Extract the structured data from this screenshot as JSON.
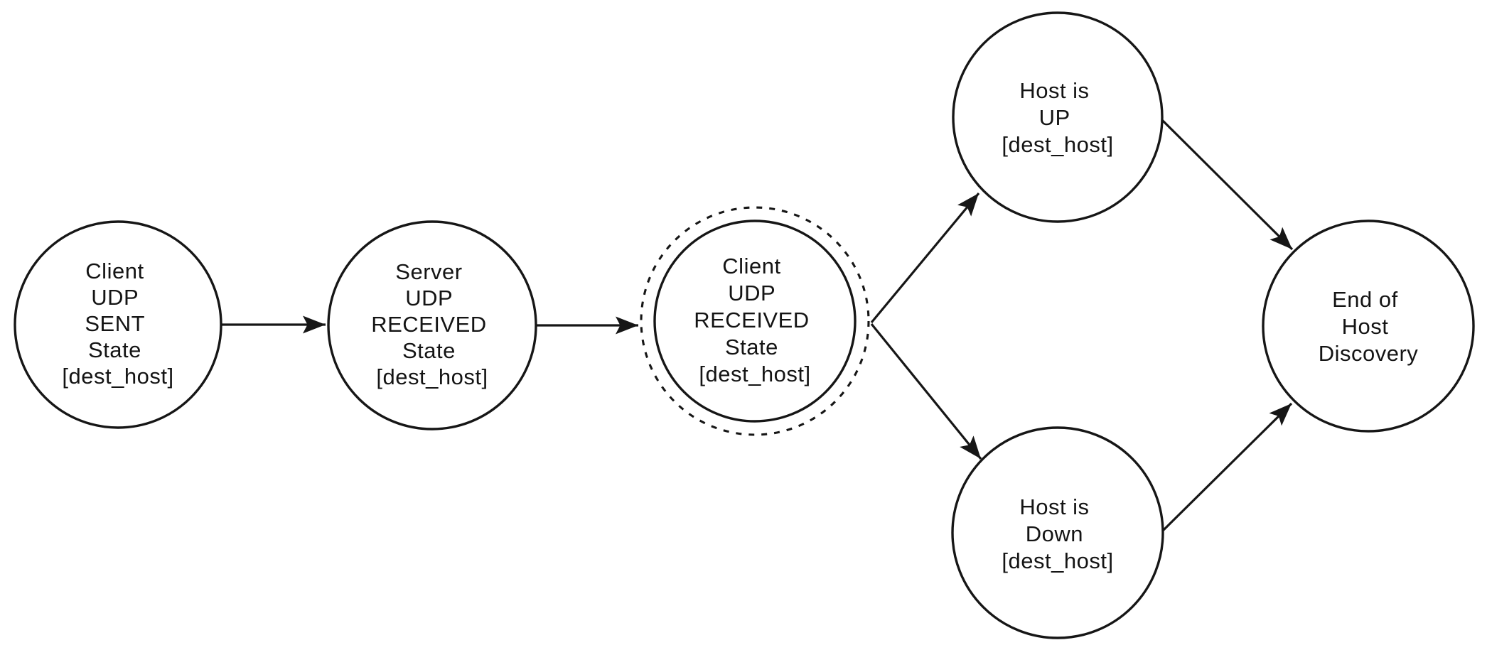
{
  "figure": {
    "kind": "state-transition-diagram",
    "topic": "UDP host discovery states",
    "background_color": "#ffffff",
    "line_color": "#161616",
    "text_color": "#141414"
  },
  "diagram": {
    "nodes": [
      {
        "id": "client-udp-sent",
        "shape": "circle",
        "outline": "solid",
        "lines": [
          "Client",
          "UDP",
          "SENT",
          "State",
          "[dest_host]"
        ]
      },
      {
        "id": "server-udp-received",
        "shape": "circle",
        "outline": "solid",
        "lines": [
          "Server",
          "UDP",
          "RECEIVED",
          "State",
          "[dest_host]"
        ]
      },
      {
        "id": "client-udp-received",
        "shape": "circle",
        "outline": "solid-with-dashed-ring",
        "lines": [
          "Client",
          "UDP",
          "RECEIVED",
          "State",
          "[dest_host]"
        ]
      },
      {
        "id": "host-is-up",
        "shape": "circle",
        "outline": "solid",
        "lines": [
          "Host is",
          "UP",
          "[dest_host]"
        ]
      },
      {
        "id": "host-is-down",
        "shape": "circle",
        "outline": "solid",
        "lines": [
          "Host is",
          "Down",
          "[dest_host]"
        ]
      },
      {
        "id": "end-of-host-discovery",
        "shape": "circle",
        "outline": "solid",
        "lines": [
          "End of",
          "Host",
          "Discovery"
        ]
      }
    ],
    "edges": [
      {
        "from": "client-udp-sent",
        "to": "server-udp-received",
        "arrow": "end"
      },
      {
        "from": "server-udp-received",
        "to": "client-udp-received",
        "arrow": "end"
      },
      {
        "from": "client-udp-received",
        "to": "host-is-up",
        "arrow": "end"
      },
      {
        "from": "client-udp-received",
        "to": "host-is-down",
        "arrow": "end"
      },
      {
        "from": "host-is-up",
        "to": "end-of-host-discovery",
        "arrow": "end"
      },
      {
        "from": "host-is-down",
        "to": "end-of-host-discovery",
        "arrow": "end"
      }
    ]
  }
}
